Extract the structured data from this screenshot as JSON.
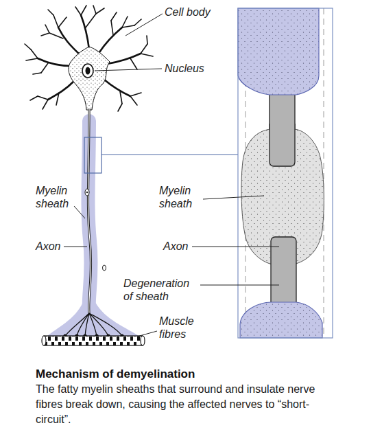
{
  "diagram": {
    "title": "Mechanism of demyelination",
    "caption": "The fatty myelin sheaths that surround and insulate nerve fibres break down, causing the affected nerves to “short-circuit”.",
    "labels": [
      "Cell body",
      "Nucleus",
      "Myelin sheath",
      "Myelin sheath",
      "Axon",
      "Axon",
      "Degeneration of sheath",
      "Muscle fibres"
    ]
  }
}
